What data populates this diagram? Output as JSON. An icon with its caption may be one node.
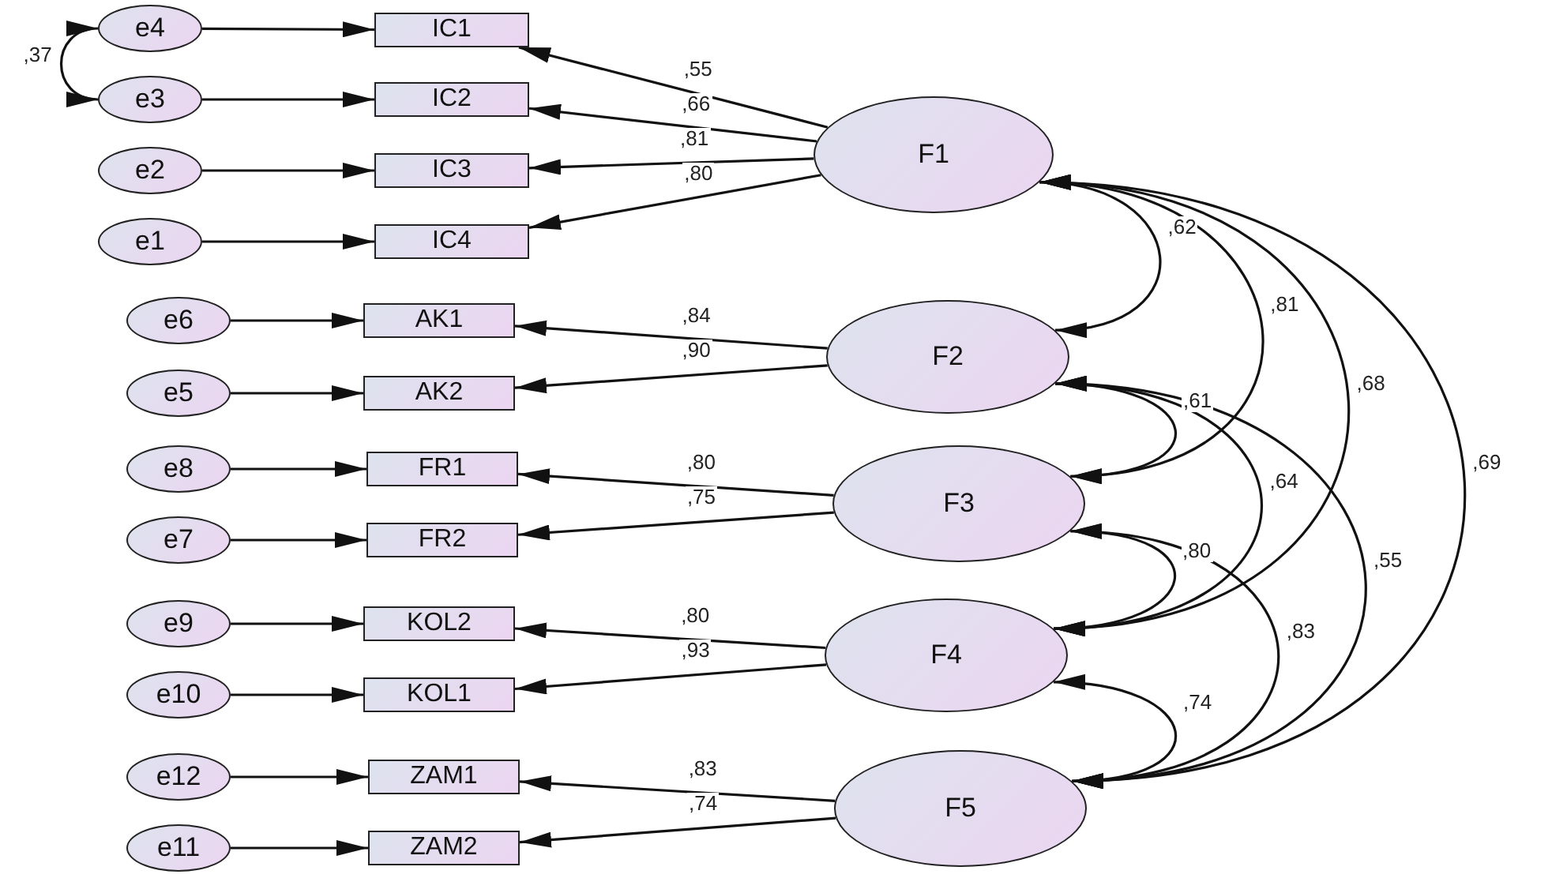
{
  "diagram": {
    "nodes": [
      {
        "text": [
          "e4"
        ]
      },
      {
        "text": [
          "IC1"
        ]
      },
      {
        "text": [
          "e3"
        ]
      },
      {
        "text": [
          "IC2"
        ]
      },
      {
        "text": [
          "e2"
        ]
      },
      {
        "text": [
          "IC3"
        ]
      },
      {
        "text": [
          "e1"
        ]
      },
      {
        "text": [
          "IC4"
        ]
      },
      {
        "text": [
          "F1"
        ]
      },
      {
        "text": [
          "e6"
        ]
      },
      {
        "text": [
          "AK1"
        ]
      },
      {
        "text": [
          "e5"
        ]
      },
      {
        "text": [
          "AK2"
        ]
      },
      {
        "text": [
          "F2"
        ]
      },
      {
        "text": [
          "e8"
        ]
      },
      {
        "text": [
          "FR1"
        ]
      },
      {
        "text": [
          "e7"
        ]
      },
      {
        "text": [
          "FR2"
        ]
      },
      {
        "text": [
          "F3"
        ]
      },
      {
        "text": [
          "e9"
        ]
      },
      {
        "text": [
          "KOL2"
        ]
      },
      {
        "text": [
          "e10"
        ]
      },
      {
        "text": [
          "KOL1"
        ]
      },
      {
        "text": [
          "F4"
        ]
      },
      {
        "text": [
          "e12"
        ]
      },
      {
        "text": [
          "ZAM1"
        ]
      },
      {
        "text": [
          "e11"
        ]
      },
      {
        "text": [
          "ZAM2"
        ]
      },
      {
        "text": [
          "F5"
        ]
      }
    ],
    "edges": [
      {
        "from": 0,
        "to": 1,
        "arrow": "to"
      },
      {
        "from": 2,
        "to": 3,
        "arrow": "to"
      },
      {
        "from": 4,
        "to": 5,
        "arrow": "to"
      },
      {
        "from": 6,
        "to": 7,
        "arrow": "to"
      },
      {
        "from": 0,
        "to": 2,
        "arrow": "both",
        "label": ",37"
      },
      {
        "from": 8,
        "to": 1,
        "arrow": "to",
        "label": ",55"
      },
      {
        "from": 8,
        "to": 3,
        "arrow": "to",
        "label": ",66"
      },
      {
        "from": 8,
        "to": 5,
        "arrow": "to",
        "label": ",81"
      },
      {
        "from": 8,
        "to": 7,
        "arrow": "to",
        "label": ",80"
      },
      {
        "from": 9,
        "to": 10,
        "arrow": "to"
      },
      {
        "from": 11,
        "to": 12,
        "arrow": "to"
      },
      {
        "from": 13,
        "to": 10,
        "arrow": "to",
        "label": ",84"
      },
      {
        "from": 13,
        "to": 12,
        "arrow": "to",
        "label": ",90"
      },
      {
        "from": 14,
        "to": 15,
        "arrow": "to"
      },
      {
        "from": 16,
        "to": 17,
        "arrow": "to"
      },
      {
        "from": 18,
        "to": 15,
        "arrow": "to",
        "label": ",80"
      },
      {
        "from": 18,
        "to": 17,
        "arrow": "to",
        "label": ",75"
      },
      {
        "from": 19,
        "to": 20,
        "arrow": "to"
      },
      {
        "from": 21,
        "to": 22,
        "arrow": "to"
      },
      {
        "from": 23,
        "to": 20,
        "arrow": "to",
        "label": ",80"
      },
      {
        "from": 23,
        "to": 22,
        "arrow": "to",
        "label": ",93"
      },
      {
        "from": 24,
        "to": 25,
        "arrow": "to"
      },
      {
        "from": 26,
        "to": 27,
        "arrow": "to"
      },
      {
        "from": 28,
        "to": 25,
        "arrow": "to",
        "label": ",83"
      },
      {
        "from": 28,
        "to": 27,
        "arrow": "to",
        "label": ",74"
      },
      {
        "from": 8,
        "to": 13,
        "arrow": "both",
        "label": ",62"
      },
      {
        "from": 8,
        "to": 18,
        "arrow": "both",
        "label": ",81"
      },
      {
        "from": 8,
        "to": 23,
        "arrow": "both",
        "label": ",68"
      },
      {
        "from": 8,
        "to": 28,
        "arrow": "both",
        "label": ",69"
      },
      {
        "from": 13,
        "to": 18,
        "arrow": "both",
        "label": ",61"
      },
      {
        "from": 13,
        "to": 23,
        "arrow": "both",
        "label": ",64"
      },
      {
        "from": 13,
        "to": 28,
        "arrow": "both",
        "label": ",55"
      },
      {
        "from": 18,
        "to": 23,
        "arrow": "both",
        "label": ",80"
      },
      {
        "from": 18,
        "to": 28,
        "arrow": "both",
        "label": ",83"
      },
      {
        "from": 23,
        "to": 28,
        "arrow": "both",
        "label": ",74"
      }
    ]
  }
}
